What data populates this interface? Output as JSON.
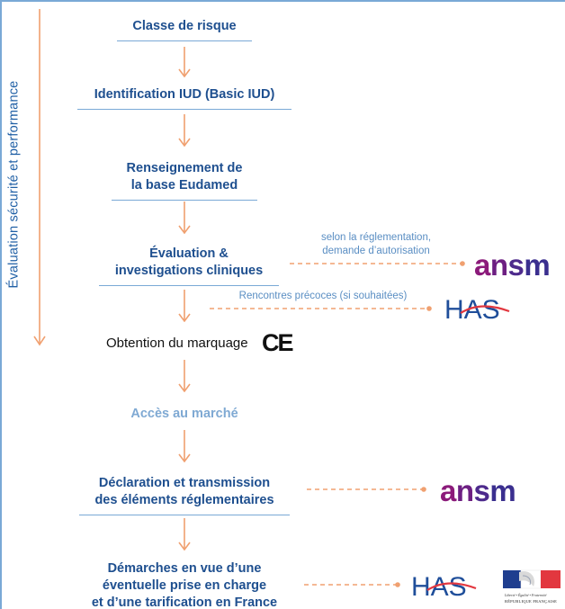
{
  "side_label": "Évaluation sécurité et performance",
  "steps": {
    "risk_class": "Classe de risque",
    "iud": "Identification IUD (Basic IUD)",
    "eudamed_line1": "Renseignement de",
    "eudamed_line2": "la base Eudamed",
    "clinical_line1": "Évaluation &",
    "clinical_line2": "investigations cliniques",
    "ce_marking": "Obtention du marquage",
    "market_access": "Accès au marché",
    "declaration_line1": "Déclaration et transmission",
    "declaration_line2": "des éléments réglementaires",
    "reimbursement_line1": "Démarches en vue d’une",
    "reimbursement_line2": "éventuelle prise en charge",
    "reimbursement_line3": "et d’une tarification en France"
  },
  "notes": {
    "ansm_note_line1": "selon la réglementation,",
    "ansm_note_line2": "demande d’autorisation",
    "has_note": "Rencontres précoces (si souhaitées)"
  },
  "logos": {
    "ce": "CE",
    "ansm": {
      "a": "a",
      "n": "n",
      "s": "s",
      "m": "m"
    },
    "has": "HAS",
    "rf_line1": "Liberté • Égalité • Fraternité",
    "rf_line2": "RÉPUBLIQUE FRANÇAISE"
  },
  "colors": {
    "step_blue": "#1e4f8f",
    "light_blue": "#7fa9d3",
    "arrow_orange": "#f0a070",
    "ansm_purple": "#6d1f82",
    "has_blue": "#1f4e9a",
    "has_red": "#e2373f"
  }
}
